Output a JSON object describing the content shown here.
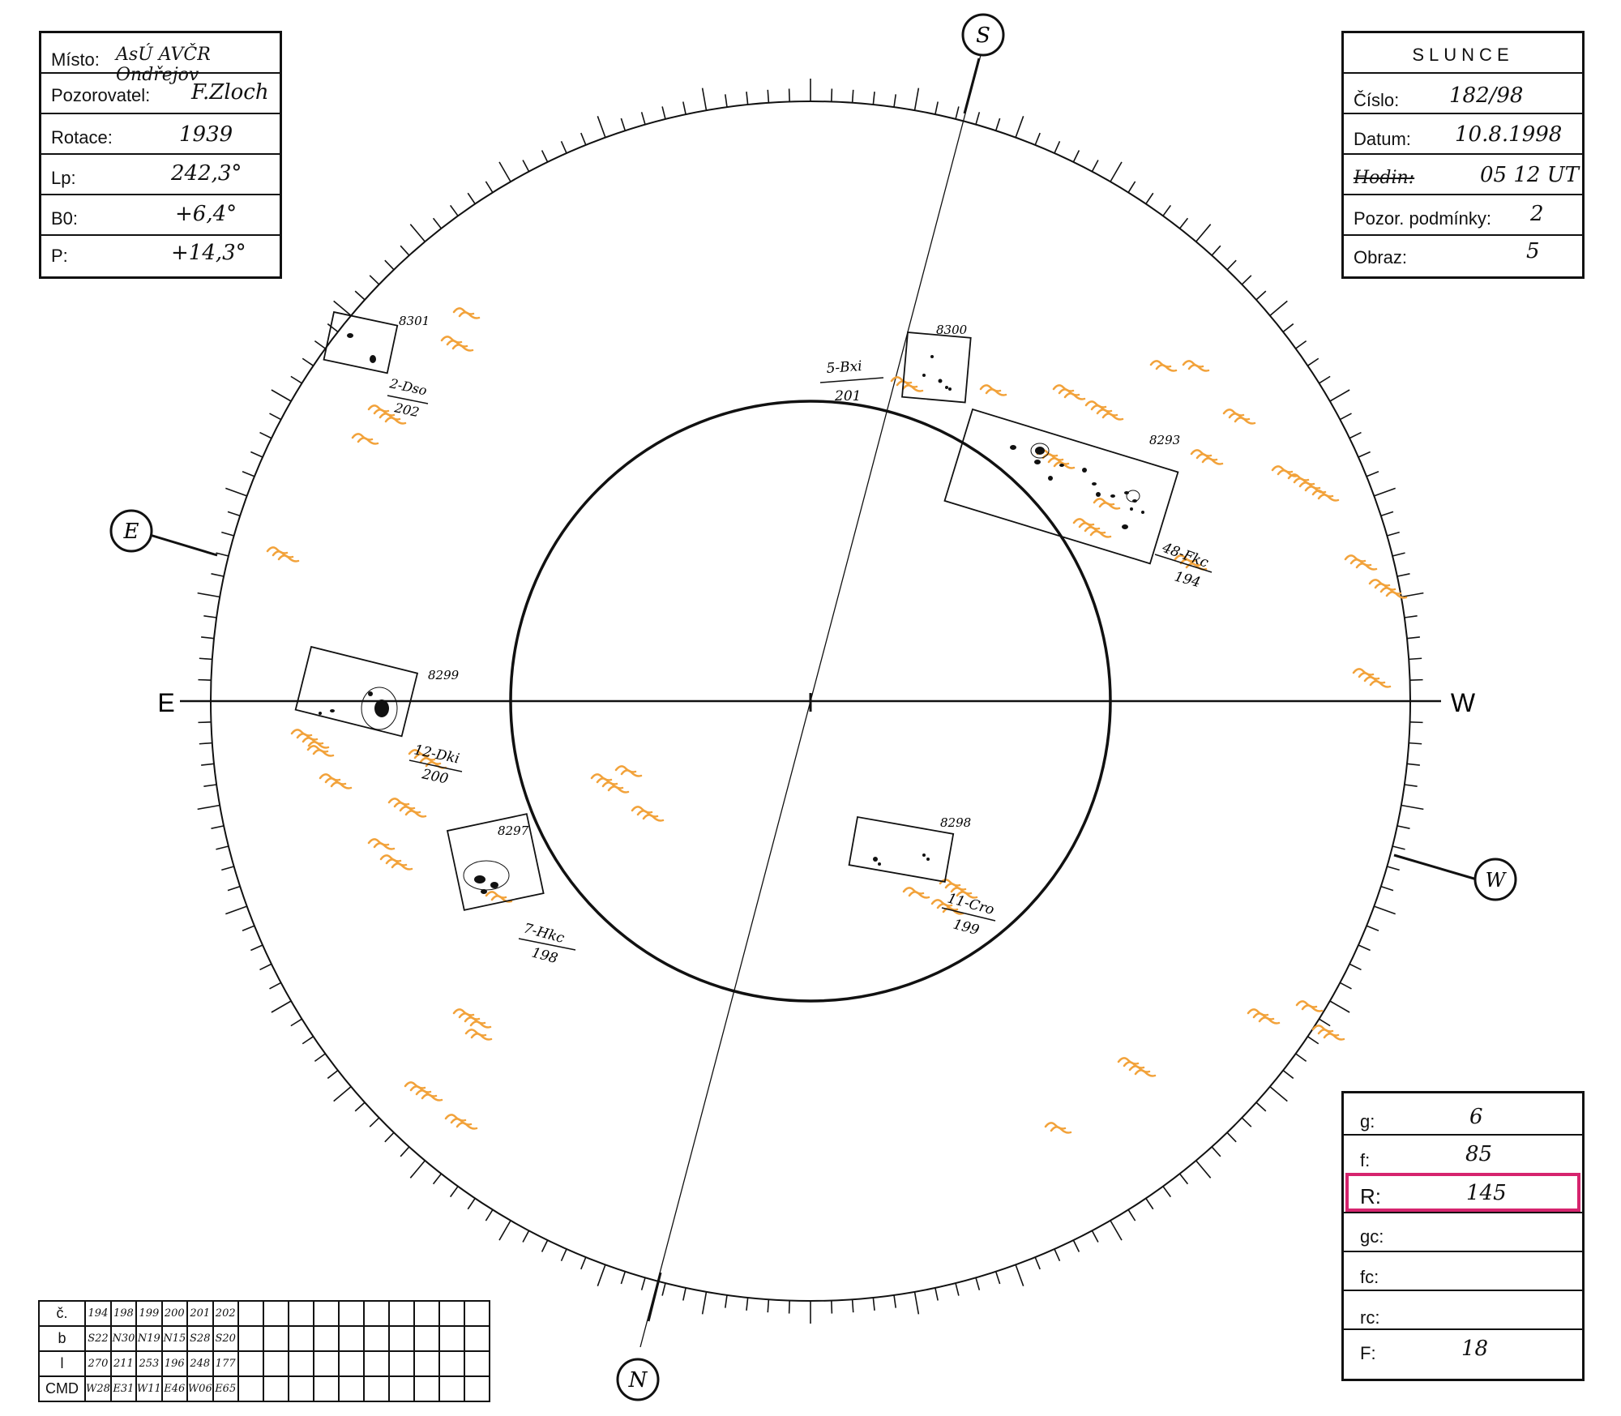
{
  "info_box": {
    "misto_label": "Místo:",
    "misto_value": "AsÚ AVČR Ondřejov",
    "pozorovatel_label": "Pozorovatel:",
    "pozorovatel_value": "F.Zloch",
    "rotace_label": "Rotace:",
    "rotace_value": "1939",
    "lp_label": "Lp:",
    "lp_value": "242,3°",
    "b0_label": "B0:",
    "b0_value": "+6,4°",
    "p_label": "P:",
    "p_value": "+14,3°"
  },
  "slunce_box": {
    "title": "SLUNCE",
    "cislo_label": "Číslo:",
    "cislo_value": "182/98",
    "datum_label": "Datum:",
    "datum_value": "10.8.1998",
    "cas_label": "Hodin:",
    "cas_value": "05 12 UT",
    "pozor_label": "Pozor. podmínky:",
    "pozor_value": "2",
    "obraz_label": "Obraz:",
    "obraz_value": "5"
  },
  "stats_box": {
    "g_label": "g:",
    "g_value": "6",
    "f_label": "f:",
    "f_value": "85",
    "r_label": "R:",
    "r_value": "145",
    "gc_label": "gc:",
    "gc_value": "",
    "fc_label": "fc:",
    "fc_value": "",
    "rc_label": "rc:",
    "rc_value": "",
    "F_label": "F:",
    "F_value": "18",
    "highlight_color": "#d6246e"
  },
  "directions": {
    "s_circle": "S",
    "n_circle": "N",
    "e_circle": "E",
    "w_circle": "W",
    "e_axis": "E",
    "w_axis": "W"
  },
  "groups": [
    {
      "number": "8301",
      "label": "2-Dso",
      "sub": "202"
    },
    {
      "number": "8300",
      "label": "5-Bxi",
      "sub": "201"
    },
    {
      "number": "8293",
      "label": "48-Fkc",
      "sub": "194"
    },
    {
      "number": "8299",
      "label": "12-Dki",
      "sub": "200"
    },
    {
      "number": "8297",
      "label": "7-Hkc",
      "sub": "198"
    },
    {
      "number": "8298",
      "label": "11-Cro",
      "sub": "199"
    }
  ],
  "spot_table": {
    "row_labels": [
      "č.",
      "b",
      "l",
      "CMD"
    ],
    "rows": [
      [
        "194",
        "198",
        "199",
        "200",
        "201",
        "202"
      ],
      [
        "S22",
        "N30",
        "N19",
        "N15",
        "S28",
        "S20"
      ],
      [
        "270",
        "211",
        "253",
        "196",
        "248",
        "177"
      ],
      [
        "W28",
        "E31",
        "W11",
        "E46",
        "W06",
        "E65"
      ]
    ],
    "empty_cols": 10
  },
  "colors": {
    "faculae": "#f2a23a",
    "ink": "#111111"
  }
}
